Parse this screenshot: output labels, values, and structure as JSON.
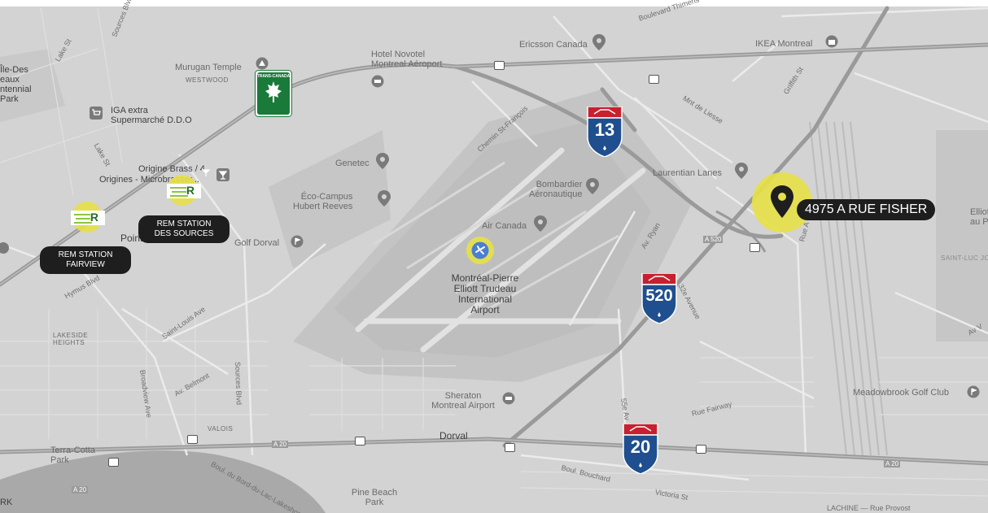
{
  "map": {
    "places": {
      "dorval_island": [
        "Île-Des",
        "eaux",
        "ntennial",
        "Park"
      ],
      "murugan": "Murugan Temple",
      "westwood": "WESTWOOD",
      "iga": [
        "IGA extra",
        "Supermarché D.D.O"
      ],
      "origine": [
        "Origine Brass / 4",
        "Origines - Microbrasser..."
      ],
      "pointe": "Pointe",
      "hotel": [
        "Hotel Novotel",
        "Montreal Aéroport"
      ],
      "genetec": "Genetec",
      "eco": [
        "Éco-Campus",
        "Hubert Reeves"
      ],
      "bombardier": [
        "Bombardier",
        "Aéronautique"
      ],
      "air_canada": "Air Canada",
      "golf_dorval": "Golf Dorval",
      "airport": [
        "Montréal-Pierre",
        "Elliott Trudeau",
        "International",
        "Airport"
      ],
      "lakeside": [
        "LAKESIDE",
        "HEIGHTS"
      ],
      "sheraton": [
        "Sheraton",
        "Montreal Airport"
      ],
      "dorval": "Dorval",
      "valois": "VALOIS",
      "terra": [
        "Terra-Cotta",
        "Park"
      ],
      "pine": [
        "Pine Beach",
        "Park"
      ],
      "meadowbrook": "Meadowbrook Golf Club",
      "laurentian": "Laurentian Lanes",
      "ikea": "IKEA Montreal",
      "ericsson": "Ericsson Canada",
      "saint_luc": "SAINT-LUC JONCTI",
      "elliot": [
        "Elliot",
        "au Pa"
      ],
      "rk": "RK"
    },
    "roads": {
      "lake_st_1": "Lake St",
      "lake_st_2": "Lake St",
      "sources_blvd_top": "Sources Blvd",
      "sources_blvd": "Sources Blvd",
      "hymus": "Hymus Blvd",
      "saint_louis": "Saint-Louis Ave",
      "broadview": "Broadview Ave",
      "belmont": "Av. Belmont",
      "chemin_st_francois": "Chemin St-François",
      "boul_thimens": "Boulevard Thimens",
      "mnt_de_liesse": "Mnt de Liesse",
      "griffith": "Griffith St",
      "av_ryan": "Av. Ryan",
      "avenue_32": "32e Avenue",
      "av_55": "55e Av",
      "rue_fairway": "Rue Fairway",
      "boul_bouchard": "Boul. Bouchard",
      "victoria": "Victoria St",
      "lachine": "LACHINE — Rue Provost",
      "boul_bord": "Boul. du Bord-du-Lac-Lakeshore",
      "a20_1": "A 20",
      "a20_2": "A 20",
      "a20_3": "A 20",
      "a520": "A 520",
      "rue_a": "Rue A",
      "av_v": "Av V"
    },
    "shields": {
      "trans_canada": "TRANS-CANADA",
      "a13": "13",
      "a520": "520",
      "a20": "20"
    },
    "rem": {
      "logo": "R",
      "fairview": [
        "REM STATION",
        "FAIRVIEW"
      ],
      "des_sources": [
        "REM STATION",
        "DES SOURCES"
      ]
    },
    "destination": "4975 A RUE FISHER",
    "colors": {
      "highlight": "#e6e04a",
      "callout": "#1e1e1e",
      "shield_blue": "#1f4f8f",
      "shield_red": "#c8202e",
      "trans_canada_green": "#1a7a3a",
      "rem_green": "#8cc63f"
    }
  }
}
